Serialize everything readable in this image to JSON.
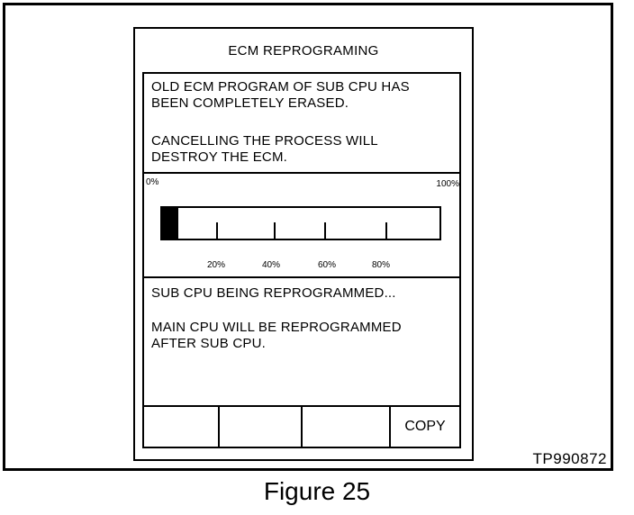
{
  "screen": {
    "title": "ECM REPROGRAMING",
    "warning": {
      "line1": "OLD ECM PROGRAM OF SUB CPU HAS",
      "line2": "BEEN COMPLETELY ERASED.",
      "line3": "CANCELLING THE PROCESS WILL",
      "line4": "DESTROY THE ECM."
    },
    "progress": {
      "label_start": "0%",
      "label_end": "100%",
      "ticks": [
        "20%",
        "40%",
        "60%",
        "80%"
      ],
      "value_fraction": 0.06
    },
    "status": {
      "line1": "SUB CPU BEING REPROGRAMMED...",
      "line2": "MAIN CPU WILL BE REPROGRAMMED",
      "line3": "AFTER SUB CPU."
    },
    "soft_keys": [
      "",
      "",
      "",
      "COPY"
    ]
  },
  "figure_id": "TP990872",
  "caption": "Figure 25"
}
